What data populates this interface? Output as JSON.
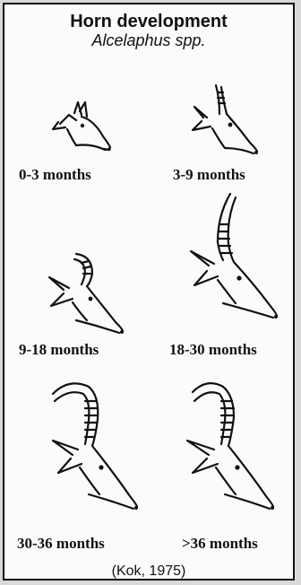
{
  "figure": {
    "title": "Horn development",
    "subtitle": "Alcelaphus spp.",
    "citation": "(Kok, 1975)"
  },
  "stages": [
    {
      "label": "0-3 months",
      "icon": "hartebeest-head-0-3-months-icon"
    },
    {
      "label": "3-9 months",
      "icon": "hartebeest-head-3-9-months-icon"
    },
    {
      "label": "9-18 months",
      "icon": "hartebeest-head-9-18-months-icon"
    },
    {
      "label": "18-30 months",
      "icon": "hartebeest-head-18-30-months-icon"
    },
    {
      "label": "30-36 months",
      "icon": "hartebeest-head-30-36-months-icon"
    },
    {
      "label": ">36 months",
      "icon": "hartebeest-head-over-36-months-icon"
    }
  ],
  "colors": {
    "ink": "#111111",
    "paper": "#fbfbfb"
  }
}
